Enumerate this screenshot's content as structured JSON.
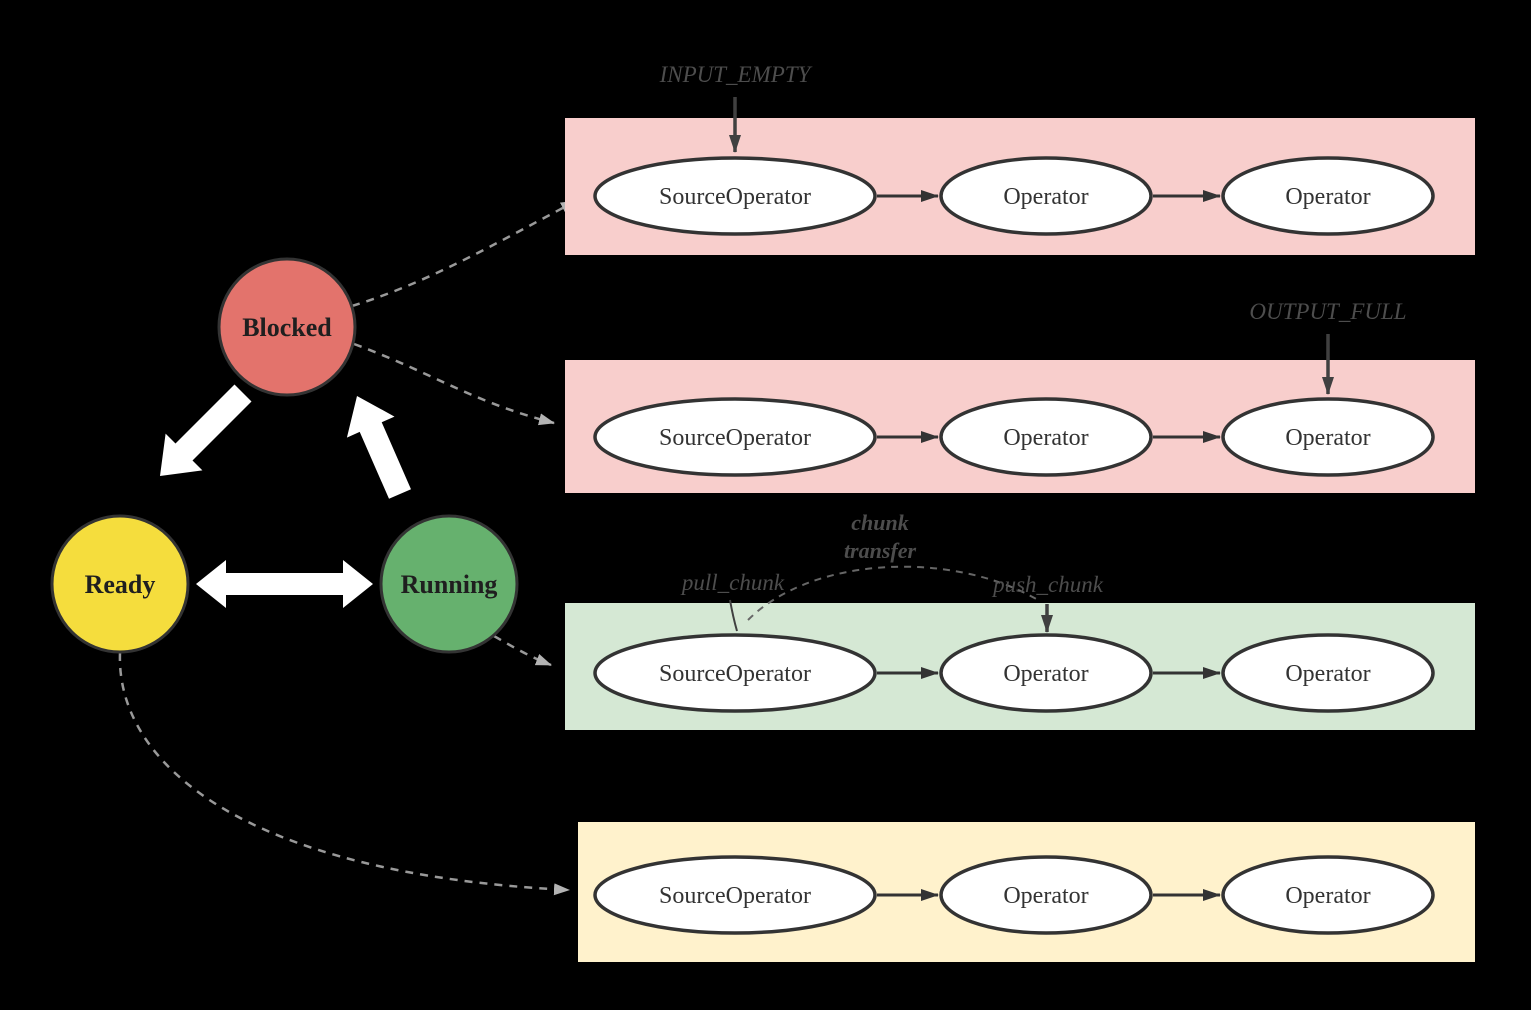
{
  "diagram": {
    "states": {
      "blocked": {
        "label": "Blocked",
        "fill": "#e3736c"
      },
      "ready": {
        "label": "Ready",
        "fill": "#f5dd3d"
      },
      "running": {
        "label": "Running",
        "fill": "#66b16e"
      }
    },
    "pipelines": [
      {
        "id": "pipeline-input-empty",
        "fill": "#f8cecc",
        "annotation": "INPUT_EMPTY",
        "nodes": [
          "SourceOperator",
          "Operator",
          "Operator"
        ]
      },
      {
        "id": "pipeline-output-full",
        "fill": "#f8cecc",
        "annotation": "OUTPUT_FULL",
        "nodes": [
          "SourceOperator",
          "Operator",
          "Operator"
        ]
      },
      {
        "id": "pipeline-running",
        "fill": "#d5e8d4",
        "annotations": {
          "pull": "pull_chunk",
          "push": "push_chunk",
          "transfer_line1": "chunk",
          "transfer_line2": "transfer"
        },
        "nodes": [
          "SourceOperator",
          "Operator",
          "Operator"
        ]
      },
      {
        "id": "pipeline-ready",
        "fill": "#fff2cc",
        "nodes": [
          "SourceOperator",
          "Operator",
          "Operator"
        ]
      }
    ],
    "colors": {
      "background": "#000000",
      "node_stroke": "#333333",
      "node_fill": "#ffffff",
      "flow_arrow": "#333333",
      "annotation_text": "#4d4d4d",
      "annotation_arrow": "#404040",
      "dashed_connector": "#999999",
      "dashed_connector_head": "#b3b3b3",
      "transition_arrow": "#ffffff"
    }
  }
}
